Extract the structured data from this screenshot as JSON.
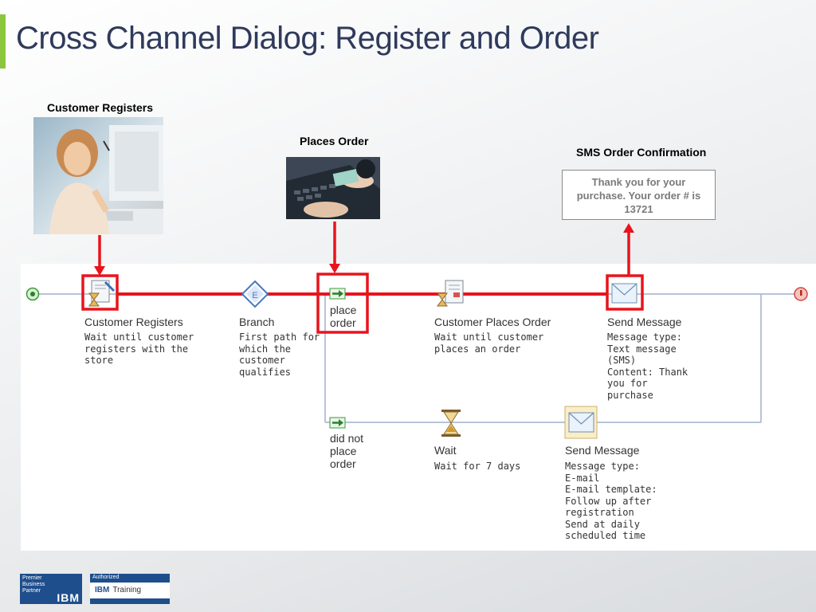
{
  "slide": {
    "title": "Cross Channel Dialog: Register and Order"
  },
  "captions": {
    "customer_registers": "Customer Registers",
    "places_order": "Places Order",
    "sms_confirmation": "SMS Order Confirmation"
  },
  "sms_message": "Thank you for your purchase. Your order # is 13721",
  "nodes": {
    "customer_registers": {
      "title": "Customer Registers",
      "desc": "Wait until customer\nregisters with the\nstore"
    },
    "branch": {
      "title": "Branch",
      "desc": "First path for\nwhich the\ncustomer\nqualifies"
    },
    "place_order": {
      "title": "place\norder"
    },
    "did_not_place_order": {
      "title": "did not\nplace\norder"
    },
    "customer_places_order": {
      "title": "Customer Places Order",
      "desc": "Wait until customer\nplaces an order"
    },
    "send_message_sms": {
      "title": "Send Message",
      "desc": "Message type:\nText message\n(SMS)\nContent: Thank\nyou for\npurchase"
    },
    "wait": {
      "title": "Wait",
      "desc": "Wait for 7 days"
    },
    "send_message_email": {
      "title": "Send Message",
      "desc": "Message type:\nE-mail\nE-mail template:\nFollow up after\nregistration\nSend at daily\nscheduled time"
    }
  },
  "icons": {
    "start": "start-icon",
    "end": "end-icon",
    "wait_register": "hourglass-form-icon",
    "branch": "branch-diamond-icon",
    "path": "green-arrow-icon",
    "wait_order": "hourglass-order-icon",
    "wait": "hourglass-icon",
    "send_message": "envelope-icon"
  },
  "colors": {
    "title": "#2f3a5c",
    "accent": "#8cc63f",
    "highlight": "#e8141c",
    "flow_line": "#9fb0cc"
  },
  "logos": {
    "premier_partner": "Premier\nBusiness\nPartner",
    "ibm": "IBM",
    "authorized": "Authorized",
    "training": "Training"
  }
}
